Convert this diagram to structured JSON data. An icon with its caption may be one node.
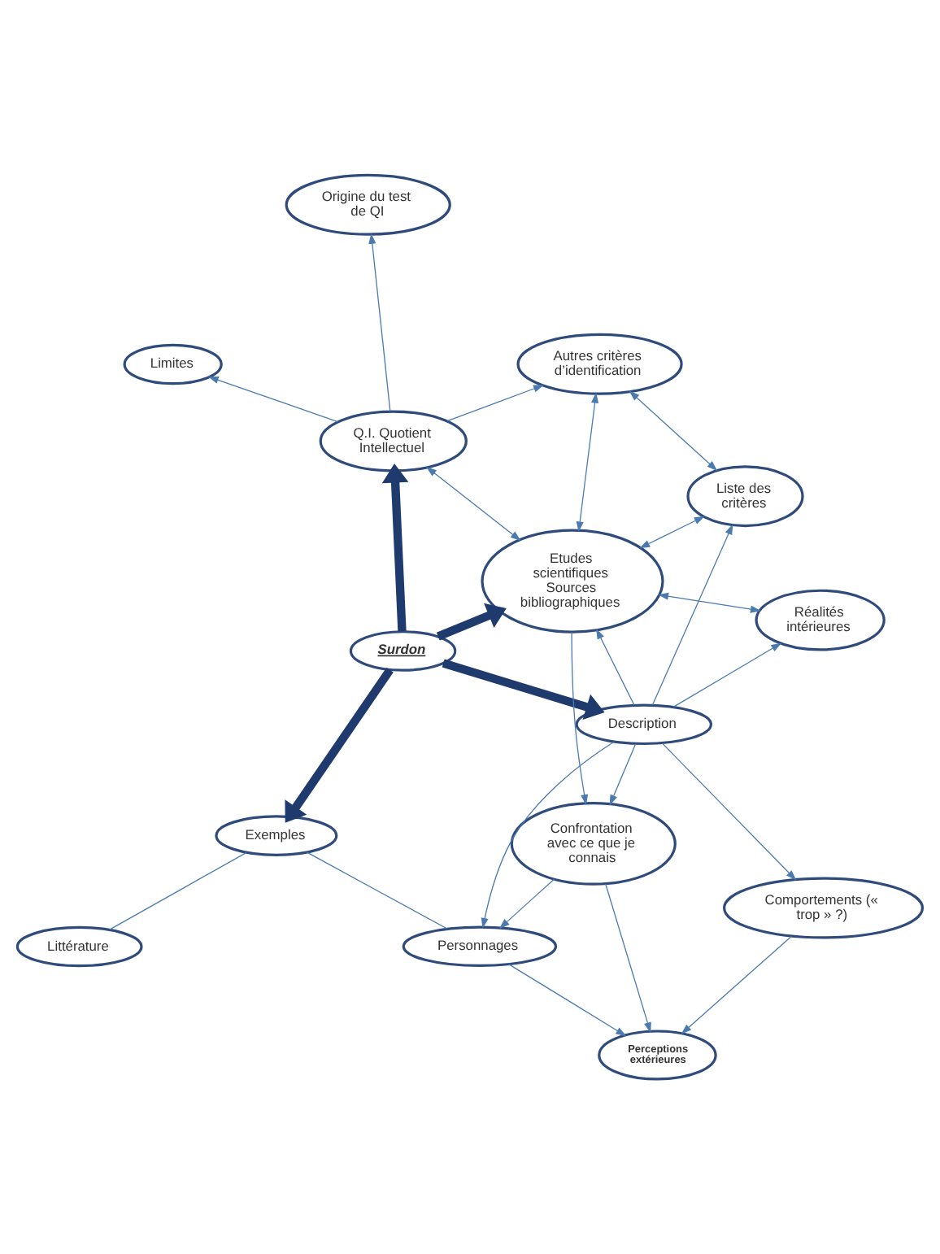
{
  "diagram": {
    "nodes": [
      {
        "text": [
          "Limites"
        ]
      },
      {
        "text": [
          "Origine du test de QI"
        ]
      },
      {
        "text": [
          "Personnages"
        ]
      },
      {
        "text": [
          "Autres critères d’identification"
        ]
      },
      {
        "text": [
          "Exemples"
        ]
      },
      {
        "text": [
          "Q.I. Quotient Intellectuel"
        ]
      },
      {
        "text": [
          "Littérature"
        ]
      },
      {
        "text": [
          "Surdon"
        ]
      },
      {
        "text": [
          "Perceptions extérieures"
        ]
      },
      {
        "text": [
          "Comportements (« trop » ?)"
        ]
      },
      {
        "text": [
          "Etudes scientifiques Sources bibliographiques"
        ]
      },
      {
        "text": [
          "Description"
        ]
      },
      {
        "text": [
          "Liste des critères"
        ]
      },
      {
        "text": [
          "Confrontation avec ce que je connais"
        ]
      },
      {
        "text": [
          "Réalités intérieures"
        ]
      }
    ],
    "edges": [
      {
        "from": 7,
        "to": 4,
        "arrow": "to",
        "style": "thick",
        "color": "#1f3b6e"
      },
      {
        "from": 7,
        "to": 5,
        "arrow": "to",
        "style": "thick",
        "color": "#1f3b6e"
      },
      {
        "from": 7,
        "to": 10,
        "arrow": "to",
        "style": "thick",
        "color": "#1f3b6e"
      },
      {
        "from": 7,
        "to": 11,
        "arrow": "to",
        "style": "thick",
        "color": "#1f3b6e"
      },
      {
        "from": 2,
        "to": 4,
        "arrow": "none"
      },
      {
        "from": 4,
        "to": 6,
        "arrow": "none"
      },
      {
        "from": 5,
        "to": 1,
        "arrow": "to"
      },
      {
        "from": 5,
        "to": 0,
        "arrow": "to"
      },
      {
        "from": 5,
        "to": 3,
        "arrow": "to"
      },
      {
        "from": 9,
        "to": 8,
        "arrow": "to"
      },
      {
        "from": 11,
        "to": 9,
        "arrow": "to"
      },
      {
        "from": 11,
        "to": 13,
        "arrow": "to"
      },
      {
        "from": 11,
        "to": 14,
        "arrow": "to"
      },
      {
        "from": 11,
        "to": 12,
        "arrow": "to"
      },
      {
        "from": 3,
        "to": 12,
        "arrow": "both"
      },
      {
        "from": 13,
        "to": 2,
        "arrow": "to"
      },
      {
        "from": 11,
        "to": 2,
        "arrow": "to"
      },
      {
        "from": 2,
        "to": 8,
        "arrow": "to"
      },
      {
        "from": 10,
        "to": 5,
        "arrow": "both"
      },
      {
        "from": 10,
        "to": 3,
        "arrow": "both"
      },
      {
        "from": 11,
        "to": 10,
        "arrow": "to"
      },
      {
        "from": 10,
        "to": 13,
        "arrow": "to"
      },
      {
        "from": 13,
        "to": 8,
        "arrow": "to"
      },
      {
        "from": 10,
        "to": 14,
        "arrow": "both"
      },
      {
        "from": 10,
        "to": 12,
        "arrow": "both"
      }
    ]
  }
}
